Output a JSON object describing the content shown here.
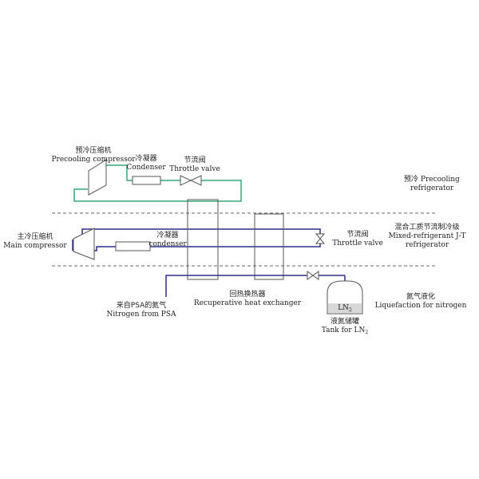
{
  "colors": {
    "precooling_line": "#3aa57a",
    "main_line": "#2e2e8a",
    "equipment_stroke": "#555555",
    "divider": "#666666",
    "text": "#222222"
  },
  "labels": {
    "precool_compressor": {
      "zh": "预冷压缩机",
      "en": "Precooling compressor"
    },
    "precool_condenser": {
      "zh": "冷凝器",
      "en": "Condenser"
    },
    "precool_throttle": {
      "zh": "节流阀",
      "en": "Throttle valve"
    },
    "precool_stage": {
      "zh": "预冷",
      "en": "Precooling",
      "en2": "refrigerator"
    },
    "main_compressor": {
      "zh": "主冷压缩机",
      "en": "Main compressor"
    },
    "main_condenser": {
      "zh": "冷凝器",
      "en": "condenser"
    },
    "main_throttle": {
      "zh": "节流阀",
      "en": "Throttle valve"
    },
    "mr_stage": {
      "zh": "混合工质节流制冷级",
      "en": "Mixed-refrigerant J-T",
      "en2": "refrigerator"
    },
    "heat_exchanger": {
      "zh": "回热换热器",
      "en": "Recuperative heat exchanger"
    },
    "nitrogen_source": {
      "zh": "来自PSA的氮气",
      "en": "Nitrogen from PSA"
    },
    "tank": {
      "text": "LN",
      "sub": "2"
    },
    "tank_caption": {
      "zh": "液氮储罐",
      "en": "Tank for LN",
      "sub": "2"
    },
    "liquefaction": {
      "zh": "氮气液化",
      "en": "Liquefaction for nitrogen"
    }
  }
}
